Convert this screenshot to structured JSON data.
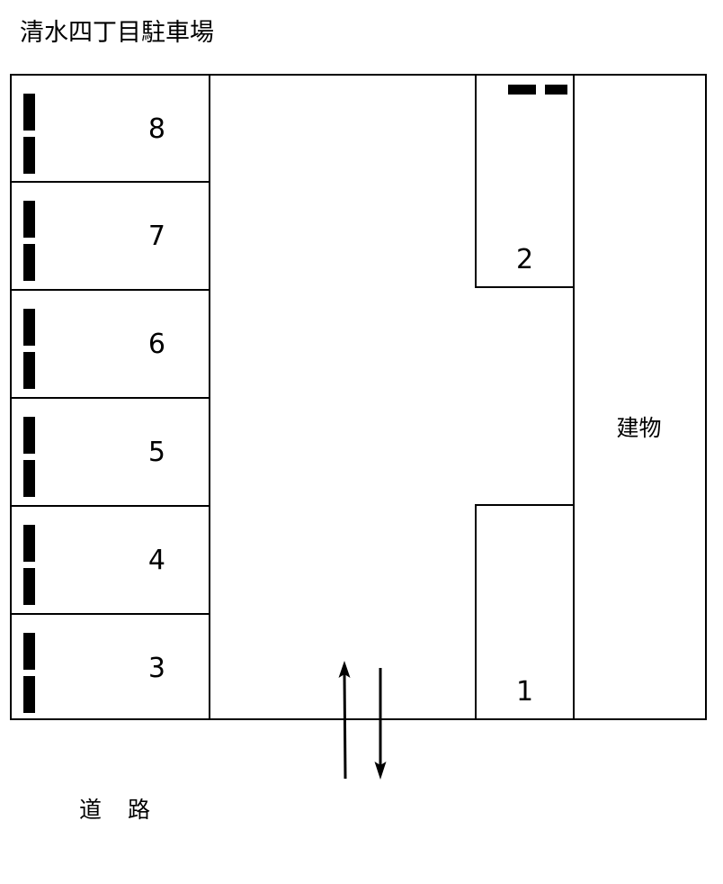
{
  "title": "清水四丁目駐車場",
  "labels": {
    "building": "建物",
    "road": "道　路"
  },
  "stalls_left": [
    {
      "number": "8",
      "marks": 2
    },
    {
      "number": "7",
      "marks": 2
    },
    {
      "number": "6",
      "marks": 2
    },
    {
      "number": "5",
      "marks": 2
    },
    {
      "number": "4",
      "marks": 2
    },
    {
      "number": "3",
      "marks": 2
    }
  ],
  "stalls_right": [
    {
      "number": "2",
      "position": "upper",
      "marks": 2
    },
    {
      "number": "1",
      "position": "lower",
      "marks": 0
    }
  ],
  "arrows": [
    {
      "name": "entry-arrow-up",
      "direction": "up"
    },
    {
      "name": "exit-arrow-down",
      "direction": "down"
    }
  ],
  "colors": {
    "line": "#000000",
    "background": "#ffffff",
    "mark": "#000000"
  }
}
